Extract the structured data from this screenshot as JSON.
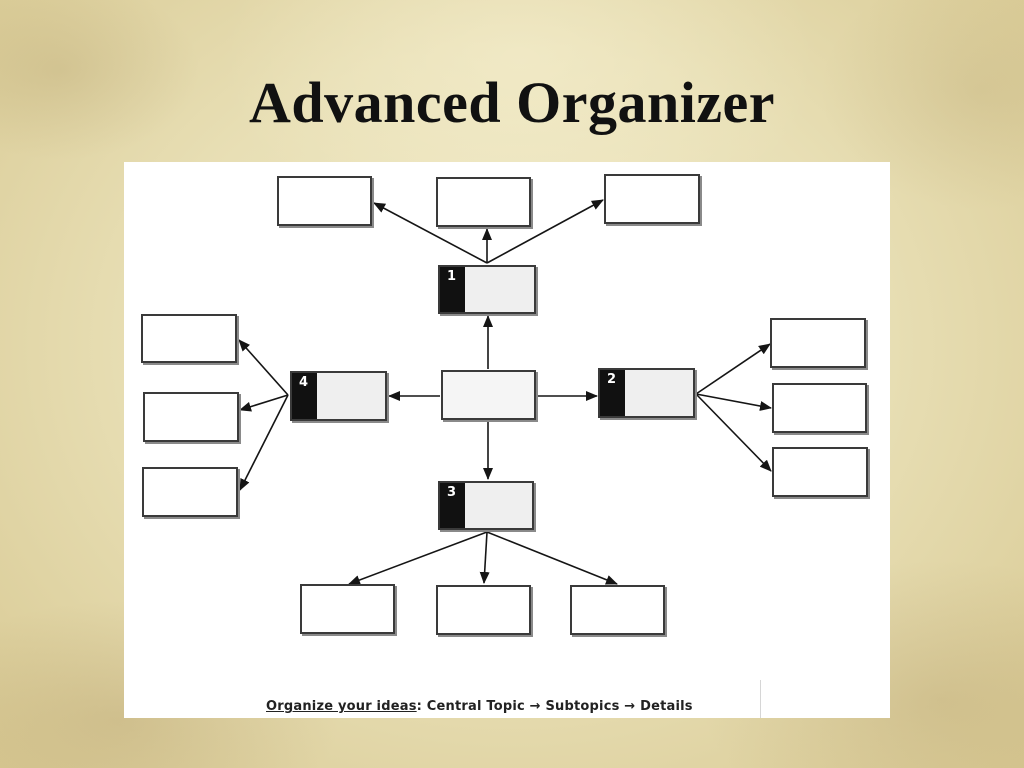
{
  "title": "Advanced Organizer",
  "subtopics": [
    {
      "number": "1"
    },
    {
      "number": "2"
    },
    {
      "number": "3"
    },
    {
      "number": "4"
    }
  ],
  "caption": {
    "lead": "Organize your ideas",
    "rest": ": Central Topic → Subtopics → Details"
  },
  "colors": {
    "background": "#e8dfb5",
    "panel": "#ffffff",
    "strip": "#111111",
    "ink": "#111111"
  }
}
